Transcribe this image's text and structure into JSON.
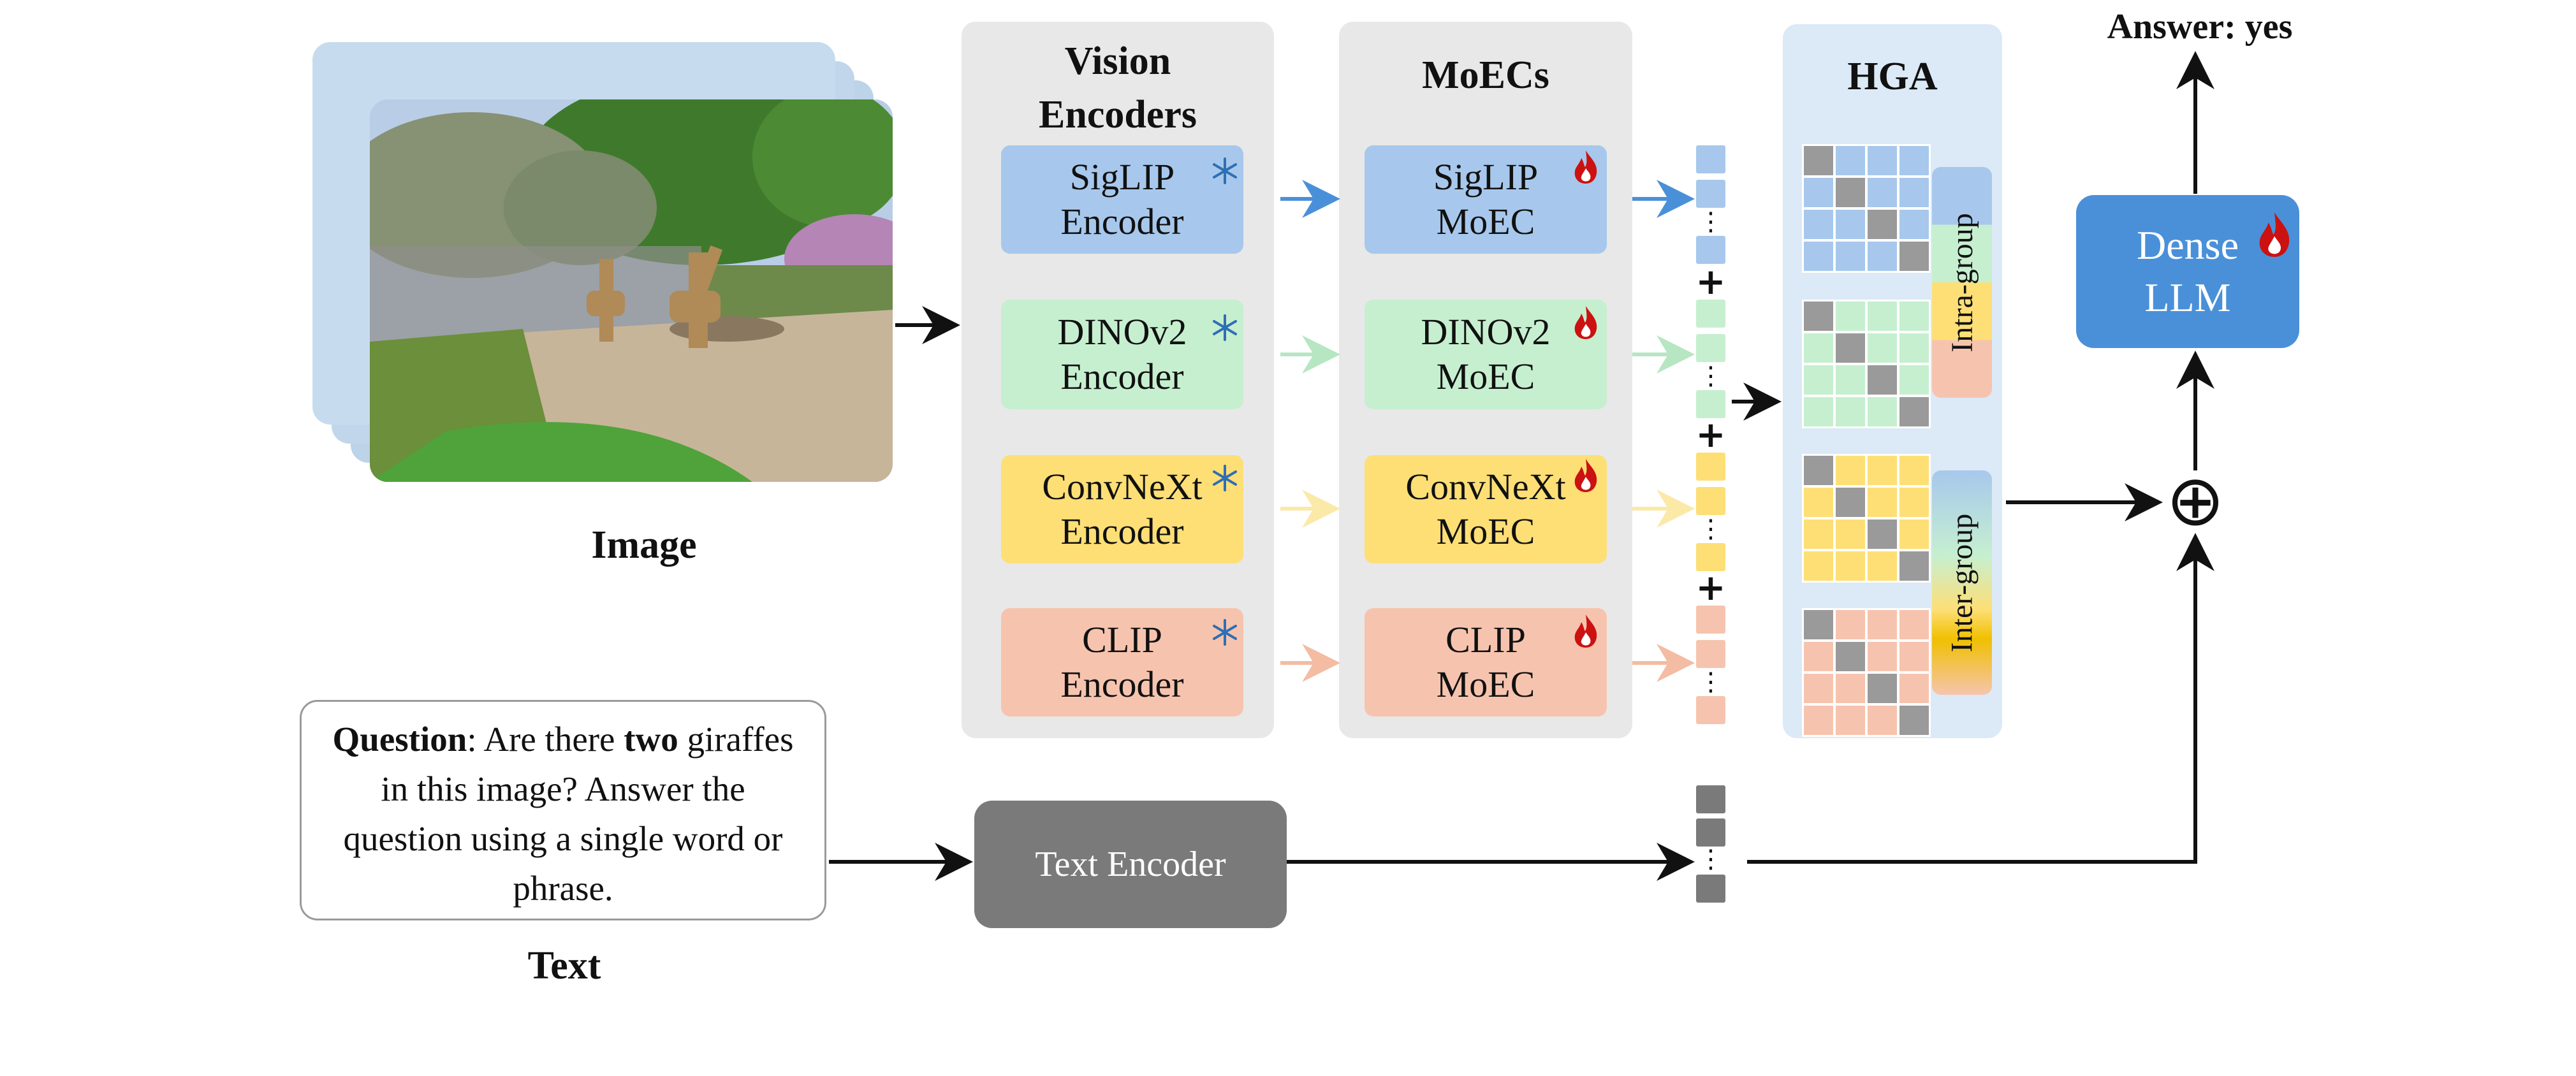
{
  "image_section": {
    "label": "Image"
  },
  "text_section": {
    "label": "Text",
    "question_bold": "Question",
    "question_part1": ": Are there ",
    "question_bold2": "two",
    "question_part2": " giraffes in this image? Answer the question using a single word or phrase."
  },
  "vision_encoders": {
    "title": "Vision\nEncoders",
    "items": [
      {
        "label": "SigLIP\nEncoder",
        "color": "#a7c8ec",
        "icon": "snowflake-icon"
      },
      {
        "label": "DINOv2\nEncoder",
        "color": "#c6efd0",
        "icon": "snowflake-icon"
      },
      {
        "label": "ConvNeXt\nEncoder",
        "color": "#fddf76",
        "icon": "snowflake-icon"
      },
      {
        "label": "CLIP\nEncoder",
        "color": "#f6c4ae",
        "icon": "snowflake-icon"
      }
    ]
  },
  "moecs": {
    "title": "MoECs",
    "items": [
      {
        "label": "SigLIP\nMoEC",
        "color": "#a7c8ec",
        "icon": "flame-icon"
      },
      {
        "label": "DINOv2\nMoEC",
        "color": "#c6efd0",
        "icon": "flame-icon"
      },
      {
        "label": "ConvNeXt\nMoEC",
        "color": "#fddf76",
        "icon": "flame-icon"
      },
      {
        "label": "CLIP\nMoEC",
        "color": "#f6c4ae",
        "icon": "flame-icon"
      }
    ]
  },
  "token_stack": {
    "plus": "+",
    "ellipsis": "⋮"
  },
  "hga": {
    "title": "HGA",
    "intra_label": "Intra-group",
    "inter_label": "Inter-group"
  },
  "text_encoder": {
    "label": "Text Encoder",
    "color": "#7a7a7a"
  },
  "llm": {
    "label": "Dense\nLLM",
    "color": "#4a90d9",
    "icon": "flame-icon"
  },
  "answer": {
    "label": "Answer: yes"
  },
  "sum_symbol": "⊕",
  "colors": {
    "panel_bg": "#e8e8e8",
    "hga_bg": "#dce9f6",
    "blue": "#a7c8ec",
    "green": "#c6efd0",
    "yellow": "#fddf76",
    "peach": "#f6c4ae",
    "gray_cell": "#9a9a9a",
    "snowflake": "#2f6fb4",
    "flame": "#cc1111"
  }
}
